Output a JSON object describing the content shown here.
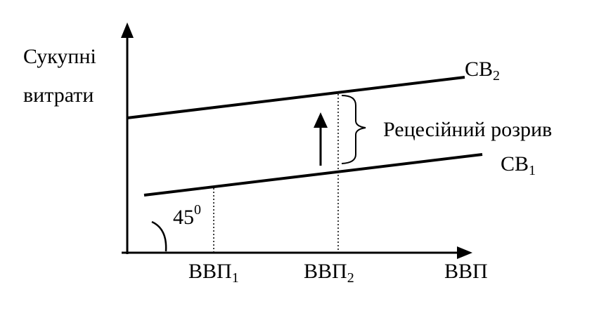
{
  "diagram": {
    "y_axis_label_line1": "Сукупні",
    "y_axis_label_line2": "витрати",
    "x_axis_label": "ВВП",
    "curve_upper": {
      "base": "СВ",
      "sub": "2"
    },
    "curve_lower": {
      "base": "СВ",
      "sub": "1"
    },
    "gdp_point_1": {
      "base": "ВВП",
      "sub": "1"
    },
    "gdp_point_2": {
      "base": "ВВП",
      "sub": "2"
    },
    "gap_label": "Рецесійний розрив",
    "angle_label": {
      "base": "45",
      "sup": "0"
    },
    "colors": {
      "ink": "#000000",
      "background": "#ffffff"
    }
  }
}
